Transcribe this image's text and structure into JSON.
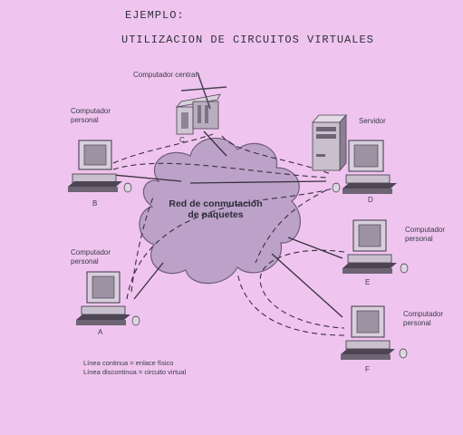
{
  "header": {
    "line1": "EJEMPLO:",
    "line2": "UTILIZACION DE CIRCUITOS VIRTUALES"
  },
  "network": {
    "cloud_label": "Red de conmutación\nde paquetes"
  },
  "nodes": {
    "central": {
      "label": "Computador central",
      "letter": "C"
    },
    "server": {
      "label": "Servidor",
      "letter": "D"
    },
    "pc_b": {
      "label": "Computador\npersonal",
      "letter": "B"
    },
    "pc_a": {
      "label": "Computador\npersonal",
      "letter": "A"
    },
    "pc_e": {
      "label": "Computador\npersonal",
      "letter": "E"
    },
    "pc_f": {
      "label": "Computador\npersonal",
      "letter": "F"
    }
  },
  "legend": {
    "solid": "Línea continua = enlace físico",
    "dashed": "Línea discontinua = circuito virtual"
  },
  "colors": {
    "background": "#efc5ef",
    "cloud": "#bba1c6",
    "line": "#3a2f3e"
  }
}
